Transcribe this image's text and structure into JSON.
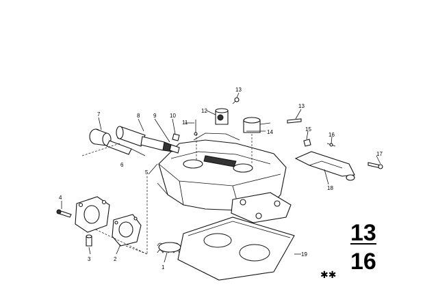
{
  "callouts": [
    "1",
    "2",
    "3",
    "4",
    "5",
    "6",
    "7",
    "8",
    "9",
    "10",
    "11",
    "12",
    "13",
    "13",
    "14",
    "15",
    "16",
    "17",
    "18",
    "19"
  ],
  "group_numbers": {
    "top": "13",
    "bottom": "16"
  },
  "marks": "✱✱"
}
